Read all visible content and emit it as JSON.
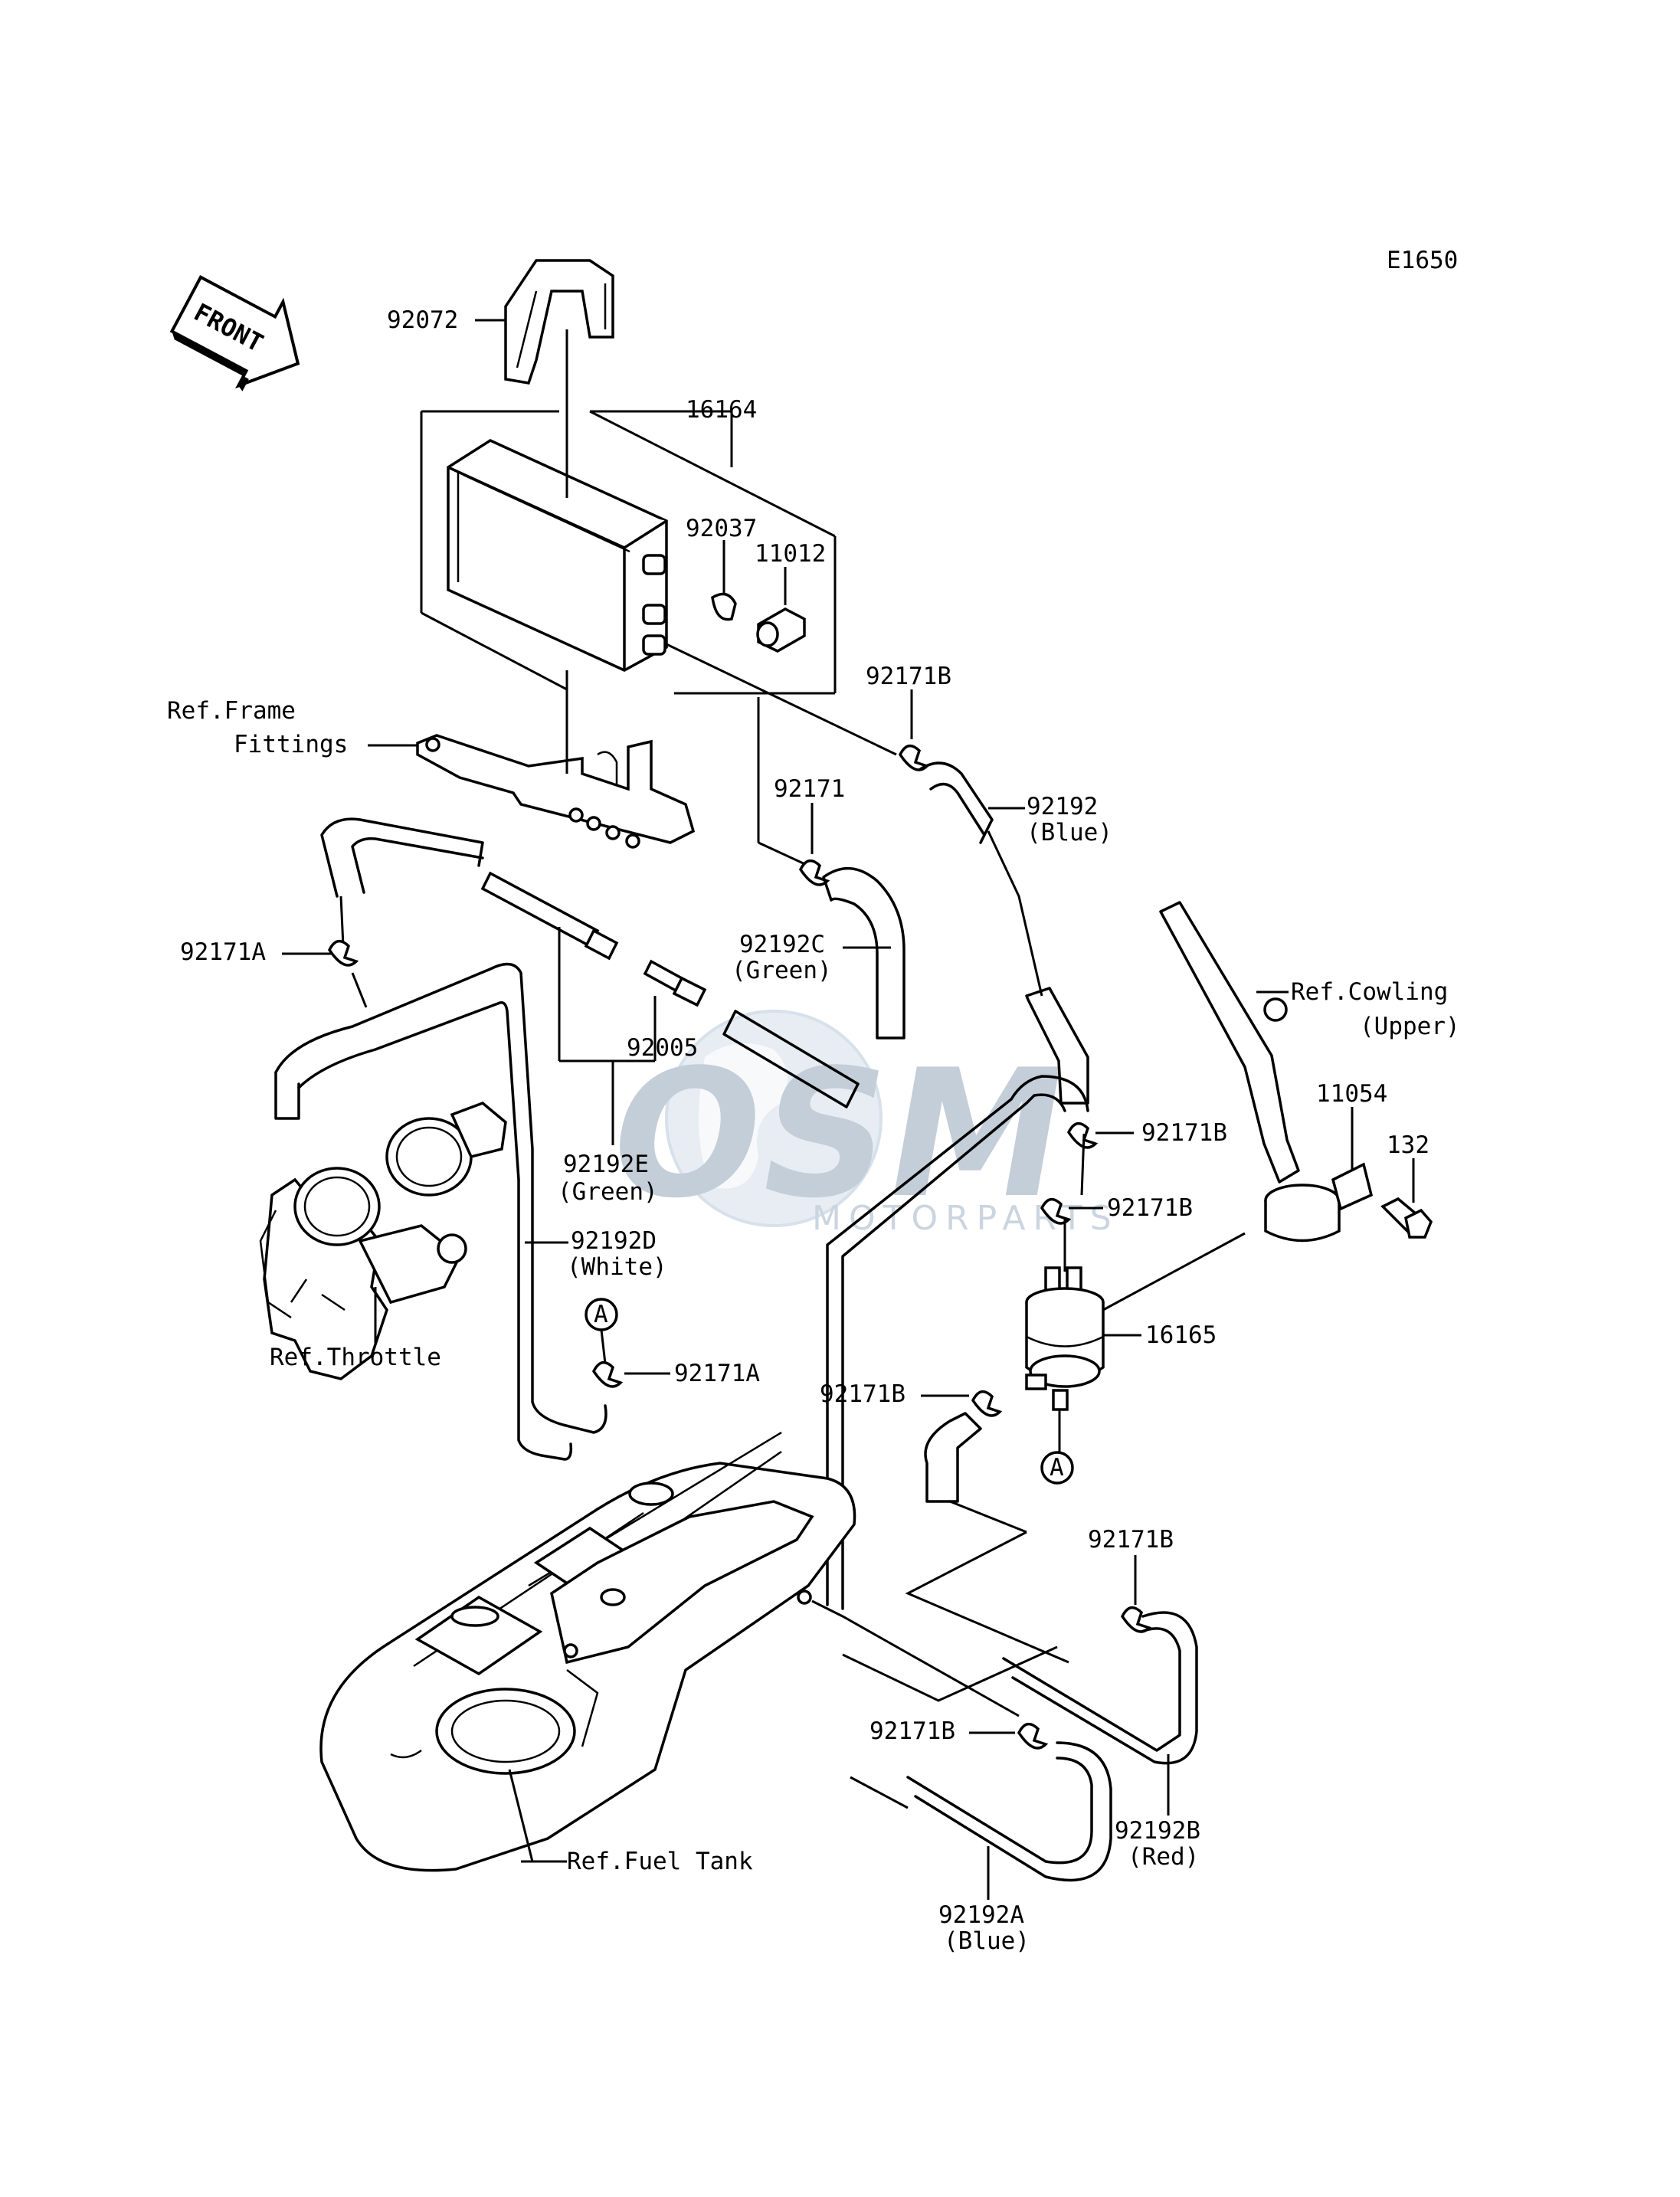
{
  "diagram_code": "E1650",
  "front_label": "FRONT",
  "callouts": {
    "p92072": "92072",
    "p16164": "16164",
    "p92037": "92037",
    "p11012": "11012",
    "p92171B_1": "92171B",
    "p92192_blue": "92192",
    "p92192_blue_color": "(Blue)",
    "ref_frame_1": "Ref.Frame",
    "ref_frame_2": "Fittings",
    "p92171": "92171",
    "p92171A_1": "92171A",
    "p92192C": "92192C",
    "p92192C_color": "(Green)",
    "p92005": "92005",
    "p92192E": "92192E",
    "p92192E_color": "(Green)",
    "p92192D": "92192D",
    "p92192D_color": "(White)",
    "ref_throttle": "Ref.Throttle",
    "marker_a_1": "A",
    "p92171A_2": "92171A",
    "ref_cowling_1": "Ref.Cowling",
    "ref_cowling_2": "(Upper)",
    "p11054": "11054",
    "p132": "132",
    "p92171B_2": "92171B",
    "p92171B_3": "92171B",
    "p16165": "16165",
    "p92171B_4": "92171B",
    "marker_a_2": "A",
    "p92171B_5": "92171B",
    "p92171B_6": "92171B",
    "ref_fuel_tank": "Ref.Fuel Tank",
    "p92192B": "92192B",
    "p92192B_color": "(Red)",
    "p92192A": "92192A",
    "p92192A_color": "(Blue)"
  },
  "watermark": {
    "brand": "OSM",
    "tagline": "MOTORPARTS",
    "color": "#9fb3c8"
  }
}
